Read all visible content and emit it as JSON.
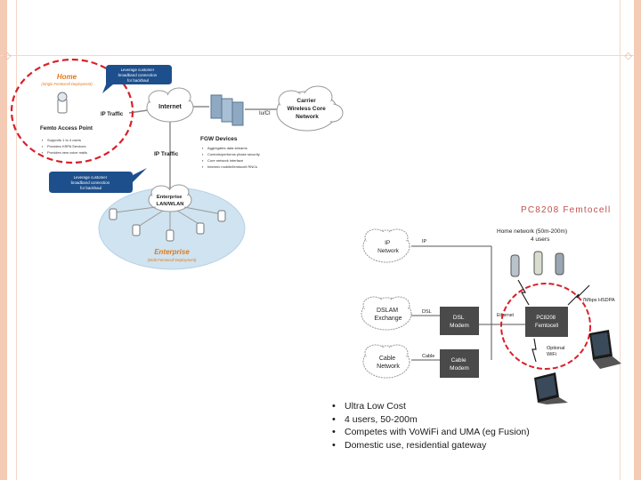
{
  "slide": {
    "accent_color": "#f4cbb5"
  },
  "left_diagram": {
    "home_title": "Home",
    "home_subtitle": "(Single Femtocell Deployment)",
    "home_callout": "Leverage customer broadband connection for backhaul",
    "femto_ap_label": "Femto Access Point",
    "ip_traffic_top": "IP Traffic",
    "home_bullets": [
      "Supports 1 to 4 users",
      "Provides HSPA Services",
      "Provides new voice mails"
    ],
    "internet_label": "Internet",
    "iucs_label": "Iu/CI",
    "carrier_label": "Carrier Wireless Core Network",
    "fgw_label": "FGW Devices",
    "fgw_bullets": [
      "Aggregates data streams",
      "Controls/performs phase security",
      "Core network interface",
      "Intermix mobile/femtocell RNCs"
    ],
    "ip_traffic_mid": "IP Traffic",
    "ent_callout": "Leverage customer broadband connection for backhaul",
    "ent_lan_label": "Enterprise LAN/WLAN",
    "ent_title": "Enterprise",
    "ent_subtitle": "(Multi-Femtocell Deployment)",
    "highlight_color": "#d9202a",
    "callout_color": "#1d4f8c"
  },
  "right_diagram": {
    "title": "PC8208 Femtocell",
    "home_network": "Home network (50m-200m)",
    "home_users": "4 users",
    "ip_network": "IP Network",
    "ip_link": "IP",
    "dslam": "DSLAM Exchange",
    "dsl_link": "DSL",
    "dsl_modem": "DSL Modem",
    "ethernet": "Ethernet",
    "femtocell_box": "PC8208 Femtocell",
    "rate": "7Mbps HSDPA",
    "optional_wifi": "Optional WiFi",
    "cable_network": "Cable Network",
    "cable_link": "Cable",
    "cable_modem": "Cable Modem",
    "title_color": "#c0504d"
  },
  "bullets": [
    "Ultra Low Cost",
    "4 users, 50-200m",
    "Competes with VoWiFi and UMA (eg Fusion)",
    "Domestic use, residential gateway"
  ]
}
